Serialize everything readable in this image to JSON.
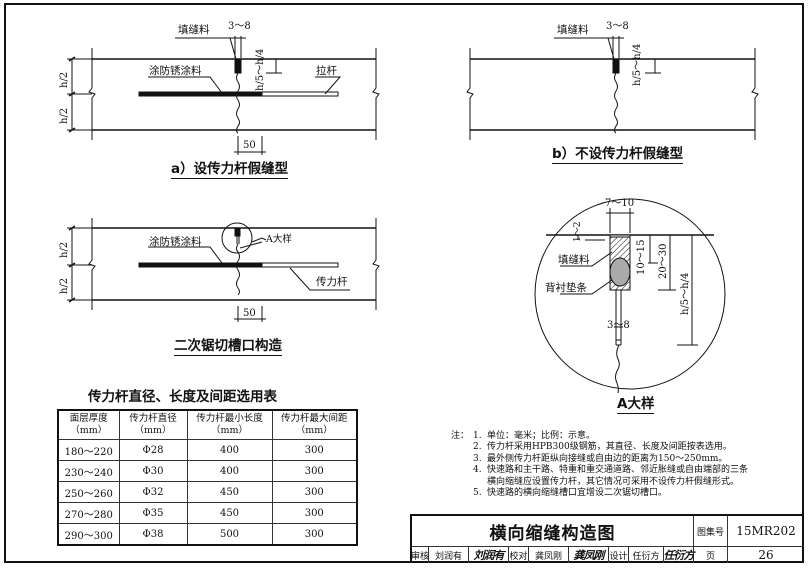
{
  "drawing": {
    "title": "横向缩缝构造图",
    "atlas_no_label": "图集号",
    "atlas_no": "15MR202",
    "page_label": "页",
    "page": "26",
    "review_label": "审核",
    "reviewer": "刘润有",
    "reviewer_sig": "刘润有",
    "check_label": "校对",
    "checker": "龚凤刚",
    "checker_sig": "龚凤刚",
    "design_label": "设计",
    "designer": "任衍方",
    "designer_sig": "任衍方"
  },
  "detail_a": {
    "title": "a）设传力杆假缝型",
    "filler_label": "填缝料",
    "coating_label": "涂防锈涂料",
    "rod_label": "拉杆",
    "dim_width": "3～8",
    "dim_depth": "h/5～h/4",
    "dim_half_top": "h/2",
    "dim_half_bottom": "h/2",
    "dim_offset": "50"
  },
  "detail_b": {
    "title": "b）不设传力杆假缝型",
    "filler_label": "填缝料",
    "dim_width": "3～8",
    "dim_depth": "h/5～h/4"
  },
  "detail_c": {
    "title": "二次锯切槽口构造",
    "coating_label": "涂防锈涂料",
    "callout_label": "A大样",
    "rod_label": "传力杆",
    "dim_half_top": "h/2",
    "dim_half_bottom": "h/2",
    "dim_offset": "50"
  },
  "detail_enlarged": {
    "title": "A大样",
    "filler_label": "填缝料",
    "backer_label": "背衬垫条",
    "dim_groove_width": "7～10",
    "dim_recess": "1～2",
    "dim_filler_depth": "10～15",
    "dim_groove_depth": "20～30",
    "dim_total_depth": "h/5～h/4",
    "dim_saw_width": "3～8"
  },
  "table": {
    "title": "传力杆直径、长度及间距选用表",
    "headers": [
      {
        "line1": "面层厚度",
        "line2": "（mm）"
      },
      {
        "line1": "传力杆直径",
        "line2": "（mm）"
      },
      {
        "line1": "传力杆最小长度",
        "line2": "（mm）"
      },
      {
        "line1": "传力杆最大间距",
        "line2": "（mm）"
      }
    ],
    "rows": [
      [
        "180～220",
        "Φ28",
        "400",
        "300"
      ],
      [
        "230～240",
        "Φ30",
        "400",
        "300"
      ],
      [
        "250～260",
        "Φ32",
        "450",
        "300"
      ],
      [
        "270～280",
        "Φ35",
        "450",
        "300"
      ],
      [
        "290～300",
        "Φ38",
        "500",
        "300"
      ]
    ]
  },
  "notes": {
    "prefix": "注：",
    "items": [
      {
        "num": "1.",
        "text": "单位：毫米；比例：示意。"
      },
      {
        "num": "2.",
        "text": "传力杆采用HPB300级钢筋，其直径、长度及间距按表选用。"
      },
      {
        "num": "3.",
        "text": "最外侧传力杆距纵向接缝或自由边的距离为150～250mm。"
      },
      {
        "num": "4.",
        "text": "快速路和主干路、特重和重交通道路、邻近胀缝或自由端部的三条"
      },
      {
        "num": "",
        "text": "横向缩缝应设置传力杆，其它情况可采用不设传力杆假缝形式。"
      },
      {
        "num": "5.",
        "text": "快速路的横向缩缝槽口宜增设二次锯切槽口。"
      }
    ]
  }
}
